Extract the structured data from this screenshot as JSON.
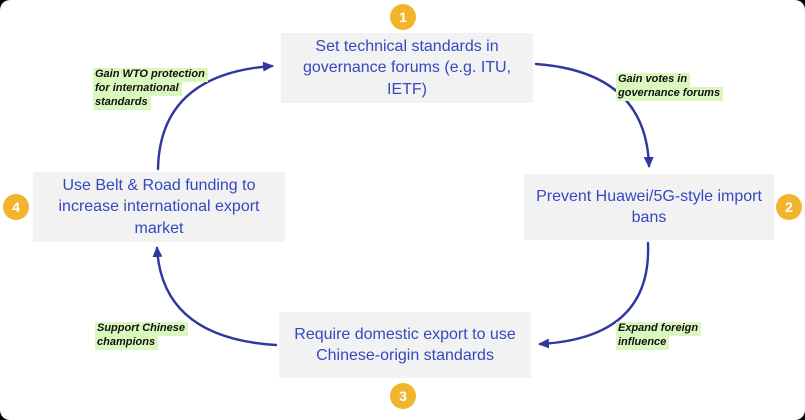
{
  "nodes": [
    {
      "number": "1",
      "label": "Set technical standards in governance forums (e.g. ITU, IETF)"
    },
    {
      "number": "2",
      "label": "Prevent Huawei/5G-style import bans"
    },
    {
      "number": "3",
      "label": "Require domestic export to use Chinese-origin standards"
    },
    {
      "number": "4",
      "label": "Use Belt & Road funding to increase international export market"
    }
  ],
  "edge_labels": {
    "n4_to_n1": {
      "lines": [
        "Gain WTO protection",
        "for international",
        "standards"
      ]
    },
    "n1_to_n2": {
      "lines": [
        "Gain votes in",
        "governance forums"
      ]
    },
    "n2_to_n3": {
      "lines": [
        "Expand foreign",
        "influence"
      ]
    },
    "n3_to_n4": {
      "lines": [
        "Support Chinese",
        "champions"
      ]
    }
  },
  "colors": {
    "node_bg": "#f2f2f2",
    "node_text": "#3448c0",
    "arrow": "#3038a0",
    "badge_bg": "#f2b42d",
    "badge_text": "#ffffff",
    "highlight": "#daf7bd",
    "label_text": "#111111"
  }
}
